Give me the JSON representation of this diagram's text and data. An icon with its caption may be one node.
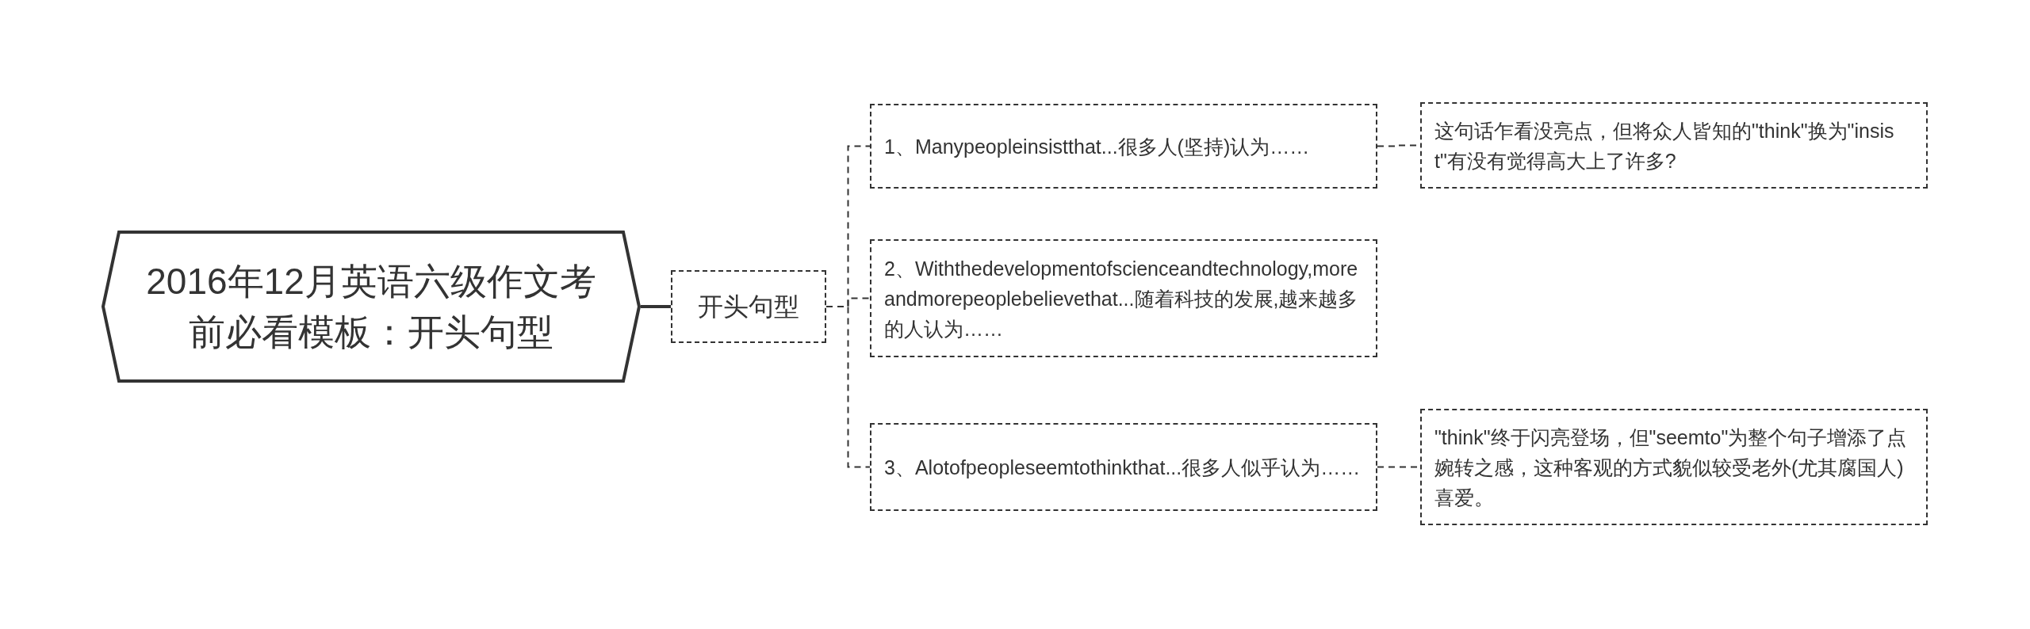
{
  "diagram": {
    "nodes": [
      {
        "text": [
          "2016年12月英语六级作文考前必看模板：开头句型"
        ]
      },
      {
        "text": [
          "开头句型"
        ]
      },
      {
        "text": [
          "1、Manypeopleinsistthat...很多人(坚持)认为……"
        ]
      },
      {
        "text": [
          "这句话乍看没亮点，但将众人皆知的\"think\"换为\"insist\"有没有觉得高大上了许多?"
        ]
      },
      {
        "text": [
          "2、Withthedevelopmentofscienceandtechnology,moreandmorepeoplebelievethat...随着科技的发展,越来越多的人认为……"
        ]
      },
      {
        "text": [
          "3、Alotofpeopleseemtothinkthat...很多人似乎认为……"
        ]
      },
      {
        "text": [
          "\"think\"终于闪亮登场，但\"seemto\"为整个句子增添了点婉转之感，这种客观的方式貌似较受老外(尤其腐国人)喜爱。"
        ]
      }
    ],
    "edges": [
      {
        "from": 0,
        "to": 1,
        "arrow": "none"
      },
      {
        "from": 1,
        "to": 2,
        "arrow": "none",
        "style": "dashed"
      },
      {
        "from": 1,
        "to": 4,
        "arrow": "none",
        "style": "dashed"
      },
      {
        "from": 1,
        "to": 5,
        "arrow": "none",
        "style": "dashed"
      },
      {
        "from": 2,
        "to": 3,
        "arrow": "none",
        "style": "dashed"
      },
      {
        "from": 5,
        "to": 6,
        "arrow": "none",
        "style": "dashed"
      }
    ]
  }
}
